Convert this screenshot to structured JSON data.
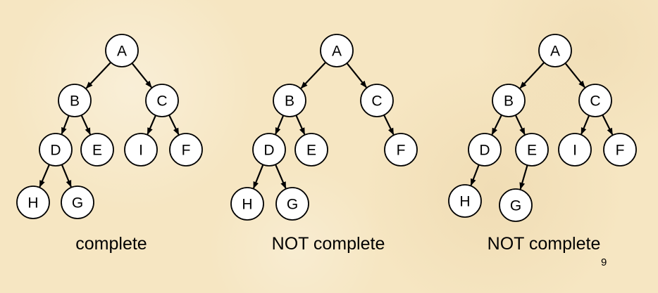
{
  "trees": [
    {
      "caption": "complete",
      "nodes": [
        "A",
        "B",
        "C",
        "D",
        "E",
        "I",
        "F",
        "H",
        "G"
      ],
      "edges": [
        [
          "A",
          "B"
        ],
        [
          "A",
          "C"
        ],
        [
          "B",
          "D"
        ],
        [
          "B",
          "E"
        ],
        [
          "C",
          "I"
        ],
        [
          "C",
          "F"
        ],
        [
          "D",
          "H"
        ],
        [
          "D",
          "G"
        ]
      ]
    },
    {
      "caption": "NOT complete",
      "nodes": [
        "A",
        "B",
        "C",
        "D",
        "E",
        "F",
        "H",
        "G"
      ],
      "edges": [
        [
          "A",
          "B"
        ],
        [
          "A",
          "C"
        ],
        [
          "B",
          "D"
        ],
        [
          "B",
          "E"
        ],
        [
          "C",
          "F"
        ],
        [
          "D",
          "H"
        ],
        [
          "D",
          "G"
        ]
      ]
    },
    {
      "caption": "NOT complete",
      "nodes": [
        "A",
        "B",
        "C",
        "D",
        "E",
        "I",
        "F",
        "H",
        "G"
      ],
      "edges": [
        [
          "A",
          "B"
        ],
        [
          "A",
          "C"
        ],
        [
          "B",
          "D"
        ],
        [
          "B",
          "E"
        ],
        [
          "C",
          "I"
        ],
        [
          "C",
          "F"
        ],
        [
          "D",
          "H"
        ],
        [
          "E",
          "G"
        ]
      ]
    }
  ],
  "page_number": "9"
}
